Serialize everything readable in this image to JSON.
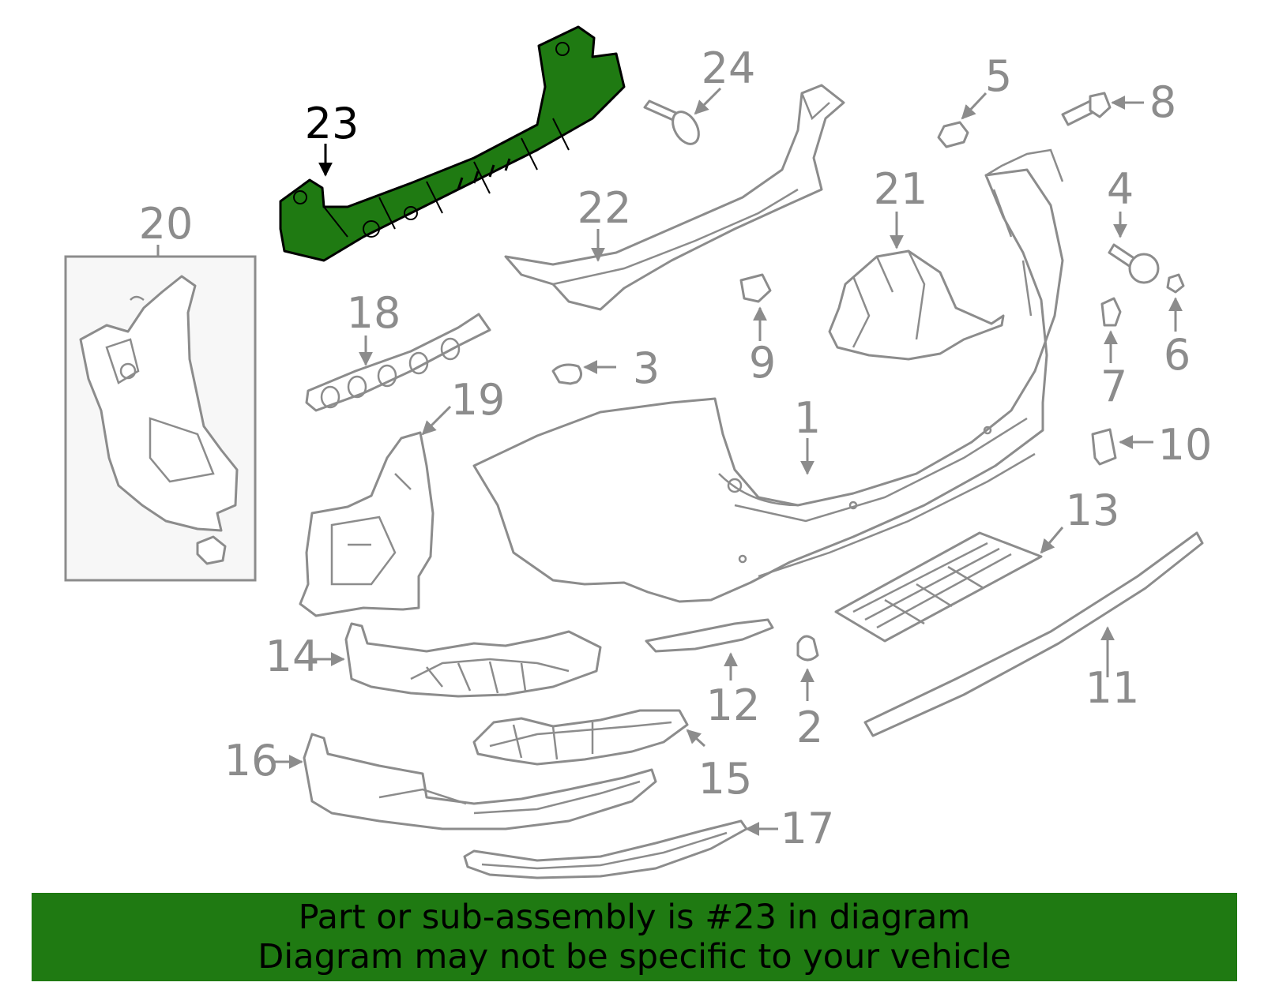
{
  "diagram": {
    "highlighted_part": "23",
    "highlight_color": "#1f7a12",
    "line_color": "#8c8c8c",
    "callouts": {
      "p1": "1",
      "p2": "2",
      "p3": "3",
      "p4": "4",
      "p5": "5",
      "p6": "6",
      "p7": "7",
      "p8": "8",
      "p9": "9",
      "p10": "10",
      "p11": "11",
      "p12": "12",
      "p13": "13",
      "p14": "14",
      "p15": "15",
      "p16": "16",
      "p17": "17",
      "p18": "18",
      "p19": "19",
      "p20": "20",
      "p21": "21",
      "p22": "22",
      "p23": "23",
      "p24": "24"
    }
  },
  "footer": {
    "line1": "Part or sub-assembly is #23 in diagram",
    "line2": "Diagram may not be specific to your vehicle",
    "background": "#1f7a12"
  }
}
